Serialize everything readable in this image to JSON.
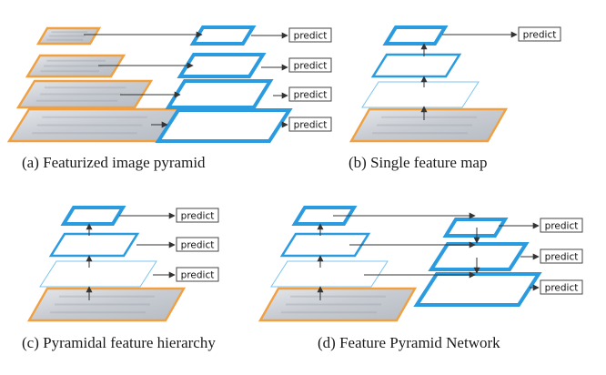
{
  "panels": [
    {
      "id": "a",
      "caption": "(a) Featurized image pyramid"
    },
    {
      "id": "b",
      "caption": "(b) Single feature map"
    },
    {
      "id": "c",
      "caption": "(c) Pyramidal feature hierarchy"
    },
    {
      "id": "d",
      "caption": "(d) Feature Pyramid Network"
    }
  ],
  "predict_label": "predict",
  "colors": {
    "image_border": "#f0a040",
    "feature_border": "#2b9be0",
    "feature_border_light": "#7cc4f0",
    "arrow": "#333333",
    "image_fill": "#cfd2d6",
    "image_content": "#9aa0a8"
  },
  "icons": {
    "image_layer": "photo-parallelogram",
    "feature_map": "blue-parallelogram",
    "predict_box": "labeled-box"
  }
}
